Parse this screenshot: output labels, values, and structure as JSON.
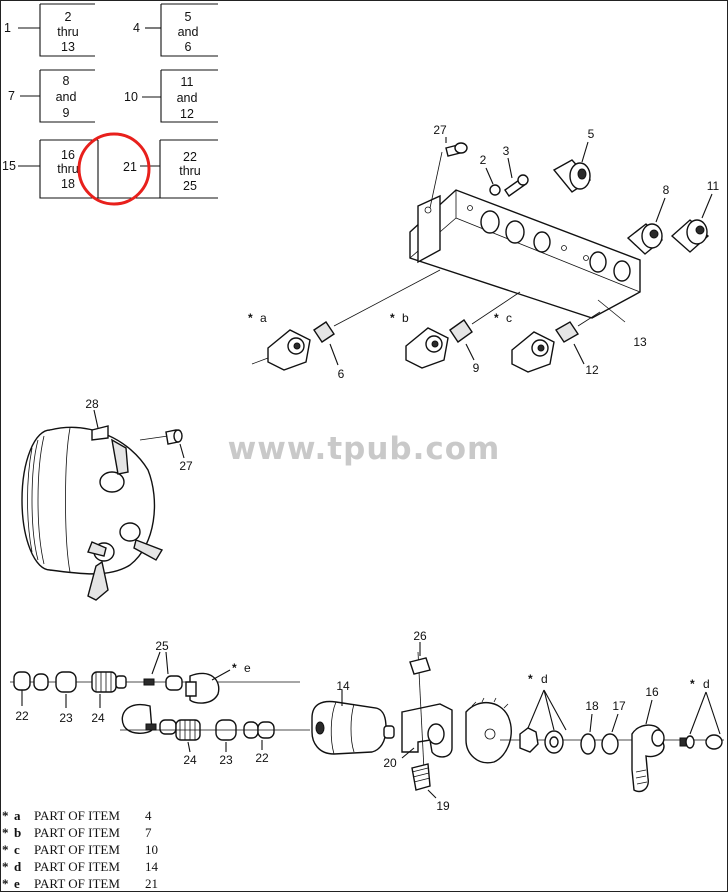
{
  "index": {
    "boxes": [
      {
        "id": "b1",
        "left_ref": "1",
        "lines": [
          "2",
          "thru",
          "13"
        ]
      },
      {
        "id": "b2",
        "left_ref": "4",
        "lines": [
          "5",
          "and",
          "6"
        ]
      },
      {
        "id": "b3",
        "left_ref": "7",
        "lines": [
          "8",
          "and",
          "9"
        ]
      },
      {
        "id": "b4",
        "left_ref": "10",
        "lines": [
          "11",
          "and",
          "12"
        ]
      },
      {
        "id": "b5",
        "left_ref": "15",
        "lines": [
          "16",
          "thru",
          "18"
        ]
      },
      {
        "id": "b6",
        "left_ref": "",
        "lines": [
          "21"
        ]
      },
      {
        "id": "b7",
        "left_ref": "",
        "lines": [
          "22",
          "thru",
          "25"
        ]
      }
    ]
  },
  "watermark": "www.tpub.com",
  "callouts": {
    "c27a": "27",
    "c2": "2",
    "c3": "3",
    "c5": "5",
    "c8": "8",
    "c11": "11",
    "c13": "13",
    "ca": "a",
    "cb": "b",
    "cc": "c",
    "c6": "6",
    "c9": "9",
    "c12": "12",
    "c28": "28",
    "c27b": "27",
    "c25": "25",
    "ce": "e",
    "c22a": "22",
    "c23a": "23",
    "c24a": "24",
    "c24b": "24",
    "c23b": "23",
    "c22b": "22",
    "c14": "14",
    "c26": "26",
    "c20": "20",
    "c19": "19",
    "cd1": "d",
    "c18": "18",
    "c17": "17",
    "c16": "16",
    "cd2": "d",
    "star": "*"
  },
  "legend": [
    {
      "mark": "*",
      "letter": "a",
      "text": "PART OF ITEM",
      "item": "4"
    },
    {
      "mark": "*",
      "letter": "b",
      "text": "PART OF ITEM",
      "item": "7"
    },
    {
      "mark": "*",
      "letter": "c",
      "text": "PART OF ITEM",
      "item": "10"
    },
    {
      "mark": "*",
      "letter": "d",
      "text": "PART OF ITEM",
      "item": "14"
    },
    {
      "mark": "*",
      "letter": "e",
      "text": "PART OF ITEM",
      "item": "21"
    }
  ]
}
